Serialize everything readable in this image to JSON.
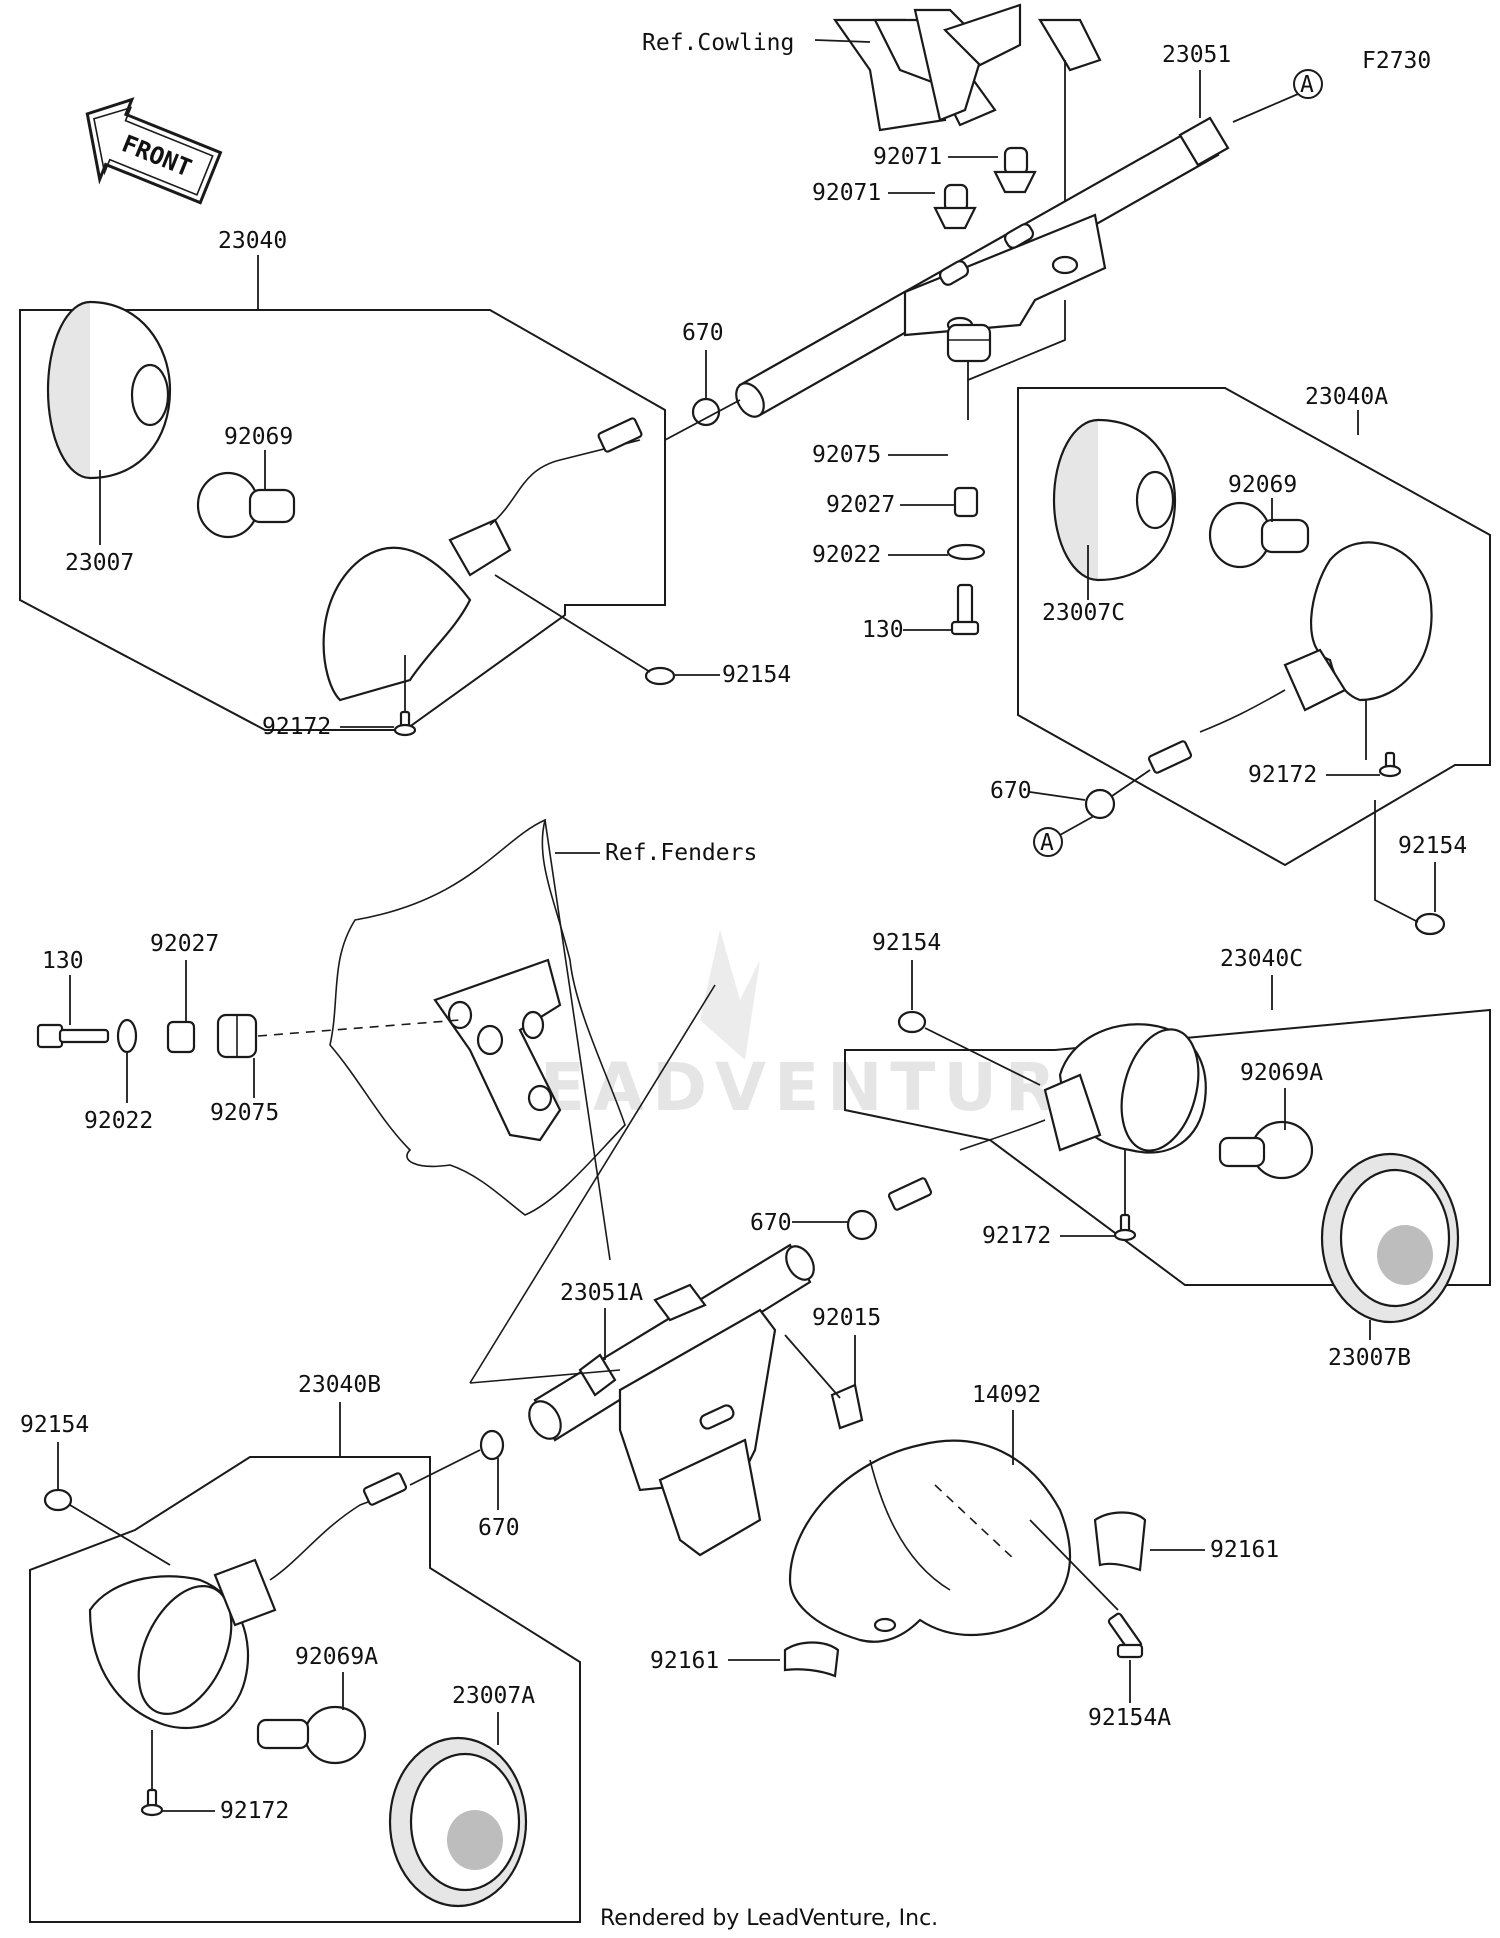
{
  "figure": {
    "code": "F2730",
    "front_arrow": "FRONT",
    "ref_cowling": "Ref.Cowling",
    "ref_fenders": "Ref.Fenders",
    "watermark": "LEADVENTURE",
    "footer": "Rendered by LeadVenture, Inc."
  },
  "callouts": {
    "c23051": "23051",
    "c92071_top": "92071",
    "c92071_low": "92071",
    "c23040": "23040",
    "c670_a": "670",
    "c92069_a": "92069",
    "c23007": "23007",
    "c92154_a": "92154",
    "c92172_a": "92172",
    "c92075_a": "92075",
    "c92027_a": "92027",
    "c92022_a": "92022",
    "c130_a": "130",
    "c23040A": "23040A",
    "c92069_b": "92069",
    "c23007C": "23007C",
    "c670_b": "670",
    "c92172_b": "92172",
    "c92154_b": "92154",
    "marker_a1": "A",
    "marker_a2": "A",
    "c130_b": "130",
    "c92027_b": "92027",
    "c92022_b": "92022",
    "c92075_b": "92075",
    "c92154_c": "92154",
    "c23040C": "23040C",
    "c92069A_a": "92069A",
    "c92172_c": "92172",
    "c23007B": "23007B",
    "c670_c": "670",
    "c23051A": "23051A",
    "c92015": "92015",
    "c14092": "14092",
    "c92161_a": "92161",
    "c92161_b": "92161",
    "c92154A": "92154A",
    "c23040B": "23040B",
    "c92154_d": "92154",
    "c670_d": "670",
    "c92069A_b": "92069A",
    "c23007A": "23007A",
    "c92172_d": "92172"
  }
}
